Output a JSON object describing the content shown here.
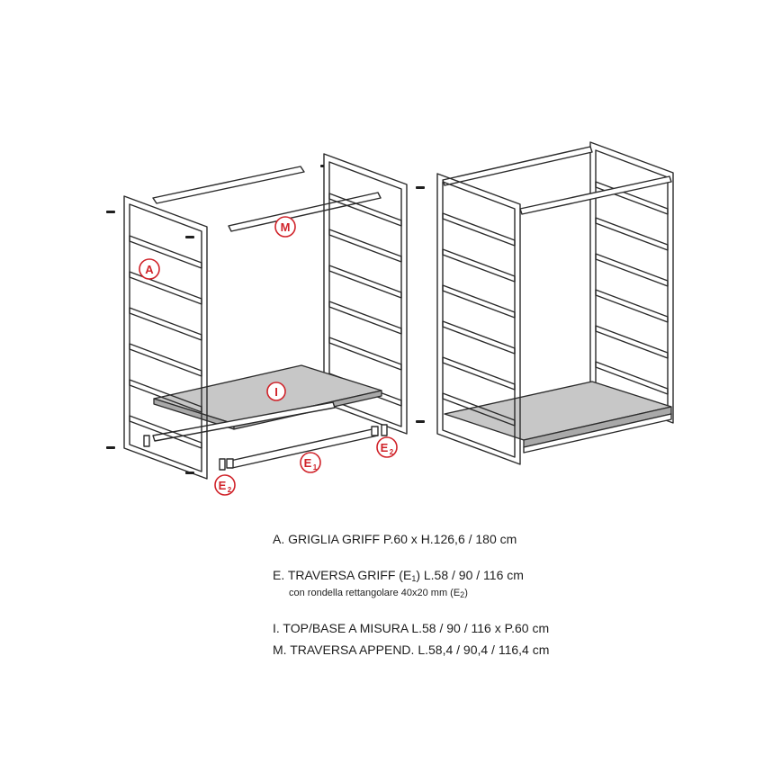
{
  "diagram": {
    "labels": {
      "A": "A",
      "M": "M",
      "I": "I",
      "E1": "E",
      "E1_sub": "1",
      "E2_left": "E",
      "E2_right": "E",
      "E2_sub": "2"
    }
  },
  "legend": {
    "a": {
      "code": "A.",
      "text": "GRIGLIA GRIFF P.60 x H.126,6 / 180 cm"
    },
    "e": {
      "code": "E.",
      "text_before": "TRAVERSA GRIFF (E",
      "sub1": "1",
      "text_after": ") L.58 / 90 / 116 cm",
      "note_before": "con rondella rettangolare 40x20 mm (E",
      "sub2": "2",
      "note_after": ")"
    },
    "i": {
      "code": "I.",
      "text": "TOP/BASE A MISURA L.58 / 90 / 116 x P.60 cm"
    },
    "m": {
      "code": "M.",
      "text": "TRAVERSA APPEND. L.58,4 / 90,4 / 116,4 cm"
    }
  }
}
